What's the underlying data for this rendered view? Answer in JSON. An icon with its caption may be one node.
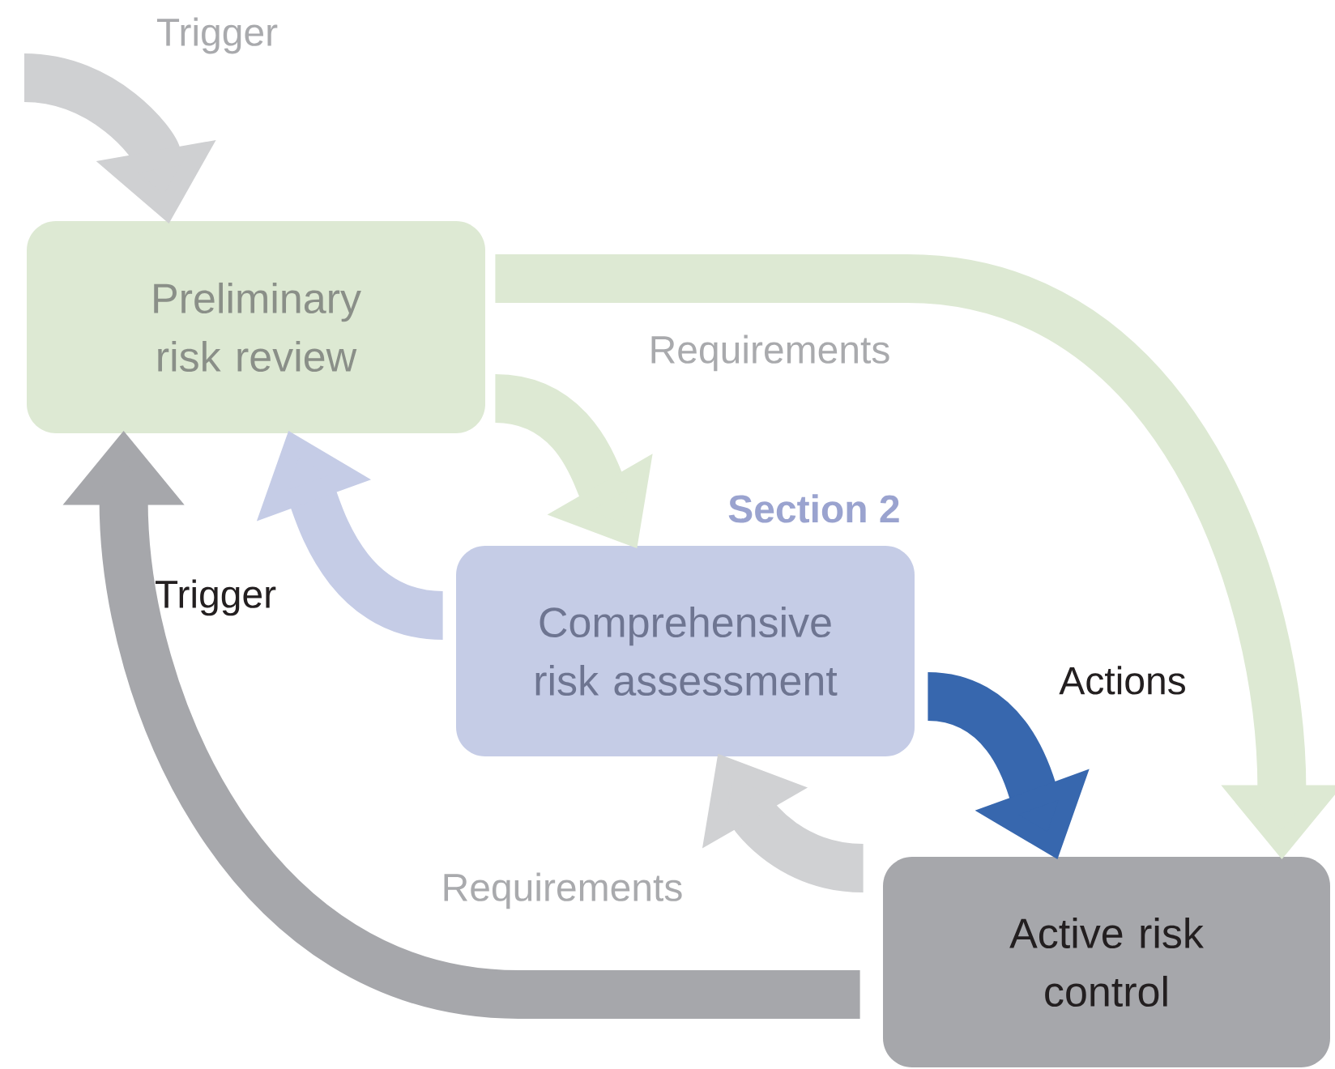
{
  "diagram": {
    "nodes": [
      {
        "text": [
          "Preliminary risk review"
        ]
      },
      {
        "text": [
          "Section 2",
          "Comprehensive risk assessment"
        ]
      },
      {
        "text": [
          "Active risk control"
        ]
      }
    ],
    "edges": [
      {
        "from": null,
        "to": 0,
        "arrow": "to",
        "label": "Trigger",
        "color": "#cfd0d2"
      },
      {
        "from": 0,
        "to": 2,
        "arrow": "to",
        "color": "#dde9d3"
      },
      {
        "from": 0,
        "to": 1,
        "arrow": "to",
        "label": "Requirements",
        "color": "#dde9d3"
      },
      {
        "from": 1,
        "to": 0,
        "arrow": "to",
        "color": "#c5cce6"
      },
      {
        "from": 1,
        "to": 2,
        "arrow": "to",
        "label": "Actions",
        "color": "#3767ae"
      },
      {
        "from": 2,
        "to": 1,
        "arrow": "to",
        "label": "Requirements",
        "color": "#d0d1d3"
      },
      {
        "from": 2,
        "to": 0,
        "arrow": "to",
        "label": "Trigger",
        "color": "#a6a7ab"
      }
    ]
  }
}
